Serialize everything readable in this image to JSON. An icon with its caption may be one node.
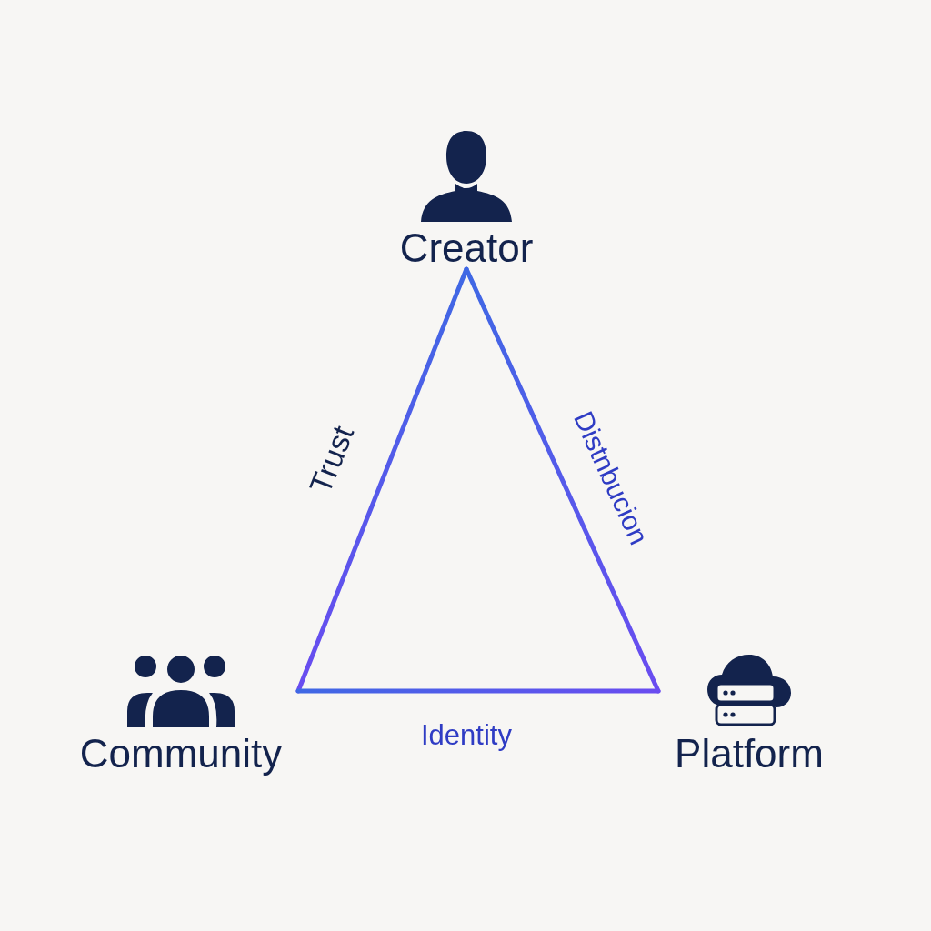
{
  "diagram": {
    "nodes": [
      {
        "text": [
          "Creator"
        ]
      },
      {
        "text": [
          "Community"
        ]
      },
      {
        "text": [
          "Platform"
        ]
      }
    ],
    "edges": [
      {
        "from": 0,
        "to": 1,
        "arrow": "none",
        "label": "Trust"
      },
      {
        "from": 0,
        "to": 2,
        "arrow": "none",
        "label": "Distnbucion"
      },
      {
        "from": 1,
        "to": 2,
        "arrow": "none",
        "label": "Identity"
      }
    ]
  }
}
